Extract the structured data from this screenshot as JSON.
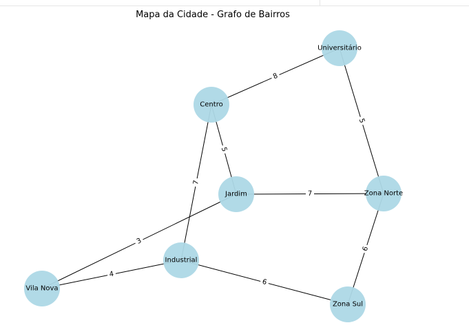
{
  "title": "Mapa da Cidade - Grafo de Bairros",
  "nodes": [
    {
      "id": "universitario",
      "label": "Universitário"
    },
    {
      "id": "centro",
      "label": "Centro"
    },
    {
      "id": "jardim",
      "label": "Jardim"
    },
    {
      "id": "zona_norte",
      "label": "Zona Norte"
    },
    {
      "id": "industrial",
      "label": "Industrial"
    },
    {
      "id": "vila_nova",
      "label": "Vila Nova"
    },
    {
      "id": "zona_sul",
      "label": "Zona Sul"
    }
  ],
  "edges": [
    {
      "source": "centro",
      "target": "universitario",
      "weight": "8"
    },
    {
      "source": "universitario",
      "target": "zona_norte",
      "weight": "5"
    },
    {
      "source": "centro",
      "target": "jardim",
      "weight": "5"
    },
    {
      "source": "centro",
      "target": "industrial",
      "weight": "7"
    },
    {
      "source": "jardim",
      "target": "zona_norte",
      "weight": "7"
    },
    {
      "source": "jardim",
      "target": "vila_nova",
      "weight": "3"
    },
    {
      "source": "zona_norte",
      "target": "zona_sul",
      "weight": "6"
    },
    {
      "source": "industrial",
      "target": "vila_nova",
      "weight": "4"
    },
    {
      "source": "industrial",
      "target": "zona_sul",
      "weight": "6"
    }
  ],
  "colors": {
    "node": "#add8e6",
    "edge": "#000000"
  }
}
